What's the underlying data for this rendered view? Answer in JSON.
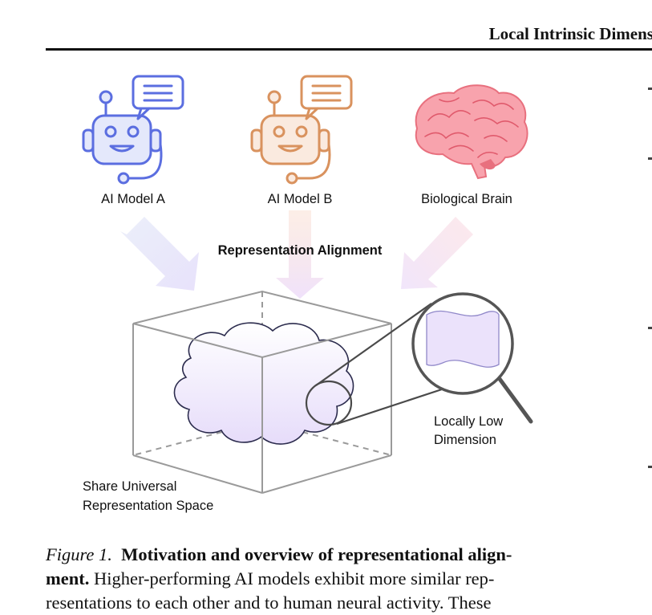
{
  "header": {
    "running_title": "Local Intrinsic Dimension"
  },
  "figure": {
    "model_a_label": "AI Model A",
    "model_b_label": "AI Model B",
    "brain_label": "Biological Brain",
    "alignment_label": "Representation Alignment",
    "locally_low_line1": "Locally Low",
    "locally_low_line2": "Dimension",
    "space_line1": "Share Universal",
    "space_line2": "Representation Space",
    "colors": {
      "model_a": "#5b6ee0",
      "model_b": "#d9925e",
      "brain": "#f07080",
      "cloud": "#ece4fb"
    }
  },
  "caption": {
    "fig_label": "Figure 1.",
    "bold_title": "Motivation and overview of representational align-ment.",
    "line1_bold": "Motivation and overview of representational align-",
    "line2_bold": "ment.",
    "line2_rest": " Higher-performing AI models exhibit more similar rep-",
    "line3": "resentations to each other and to human neural activity. These"
  }
}
